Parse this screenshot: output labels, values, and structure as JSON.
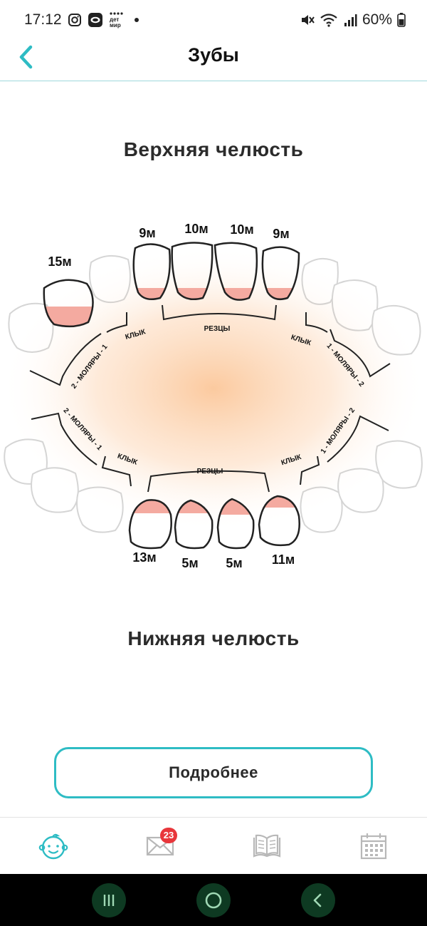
{
  "status_bar": {
    "time": "17:12",
    "battery": "60%",
    "icons": [
      "instagram-icon",
      "app-icon",
      "detmir-icon",
      "dot-icon",
      "mute-icon",
      "wifi-icon",
      "signal-icon",
      "battery-icon"
    ],
    "detmir_lines": [
      "дет",
      "мир"
    ]
  },
  "header": {
    "title": "Зубы"
  },
  "upper_jaw": {
    "title": "Верхняя челюсть",
    "teeth_ages": [
      "15м",
      "9м",
      "10м",
      "10м",
      "9м"
    ],
    "groups": [
      "2 - МОЛЯРЫ - 1",
      "КЛЫК",
      "РЕЗЦЫ",
      "КЛЫК",
      "1 - МОЛЯРЫ - 2"
    ]
  },
  "lower_jaw": {
    "title": "Нижняя челюсть",
    "teeth_ages": [
      "13м",
      "5м",
      "5м",
      "11м"
    ],
    "groups": [
      "2 - МОЛЯРЫ - 1",
      "КЛЫК",
      "РЕЗЦЫ",
      "КЛЫК",
      "1 - МОЛЯРЫ - 2"
    ]
  },
  "more_button": {
    "label": "Подробнее"
  },
  "bottom_nav": {
    "items": [
      "baby-face-icon",
      "mail-icon",
      "book-icon",
      "calendar-icon"
    ],
    "mail_badge": "23",
    "active_color": "#2ebcc4"
  },
  "colors": {
    "accent": "#2ebcc4",
    "gum": "#f4aaa0",
    "badge": "#e8363b"
  }
}
